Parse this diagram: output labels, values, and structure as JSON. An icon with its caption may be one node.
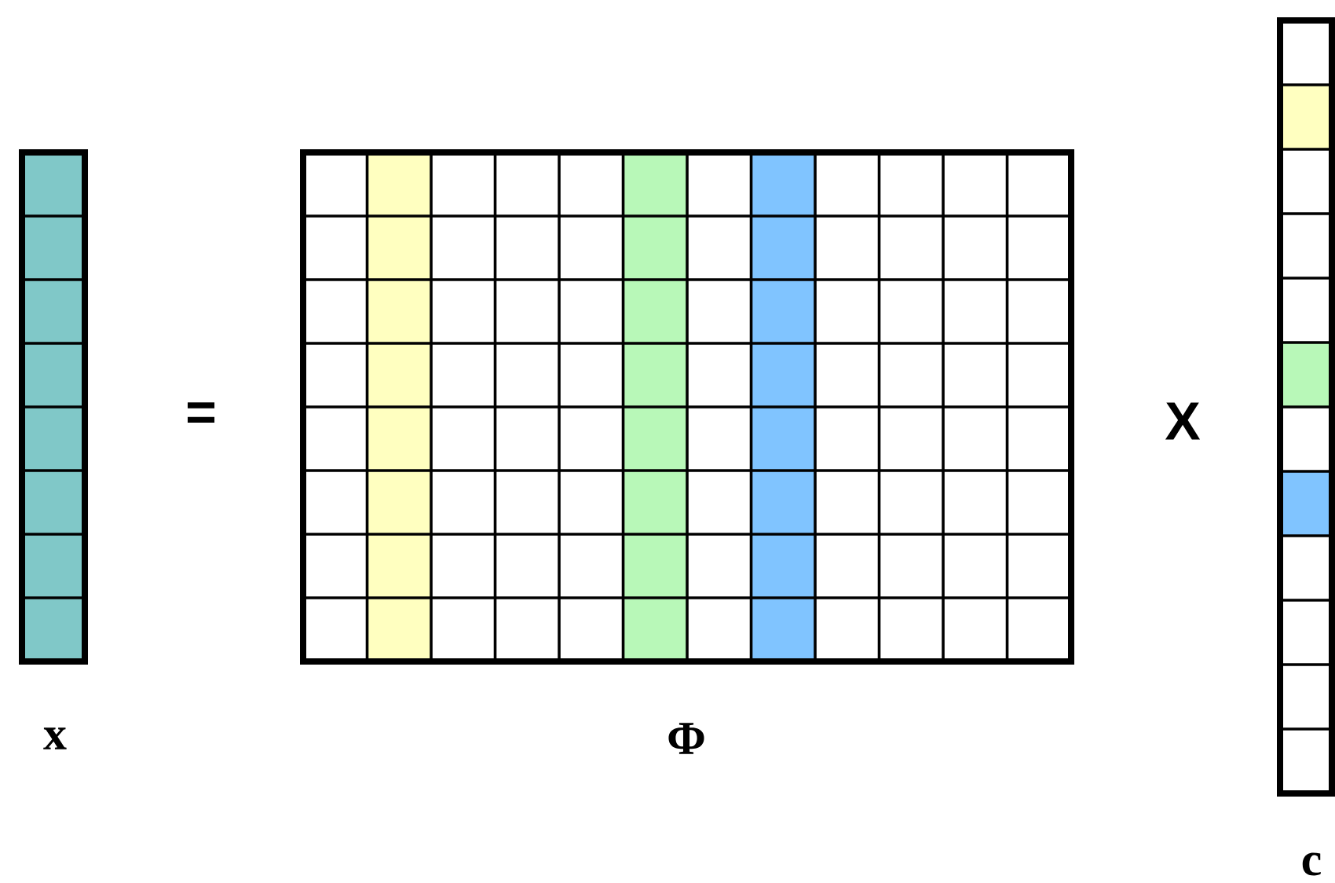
{
  "diagram": {
    "nodes": [
      {
        "text": [],
        "shape": "box",
        "beside": [
          "x"
        ]
      },
      {
        "text": [],
        "shape": "box",
        "beside": [
          "Φ"
        ]
      },
      {
        "text": [],
        "shape": "box",
        "beside": [
          "c"
        ]
      }
    ],
    "labels": [
      "=",
      "X"
    ]
  }
}
